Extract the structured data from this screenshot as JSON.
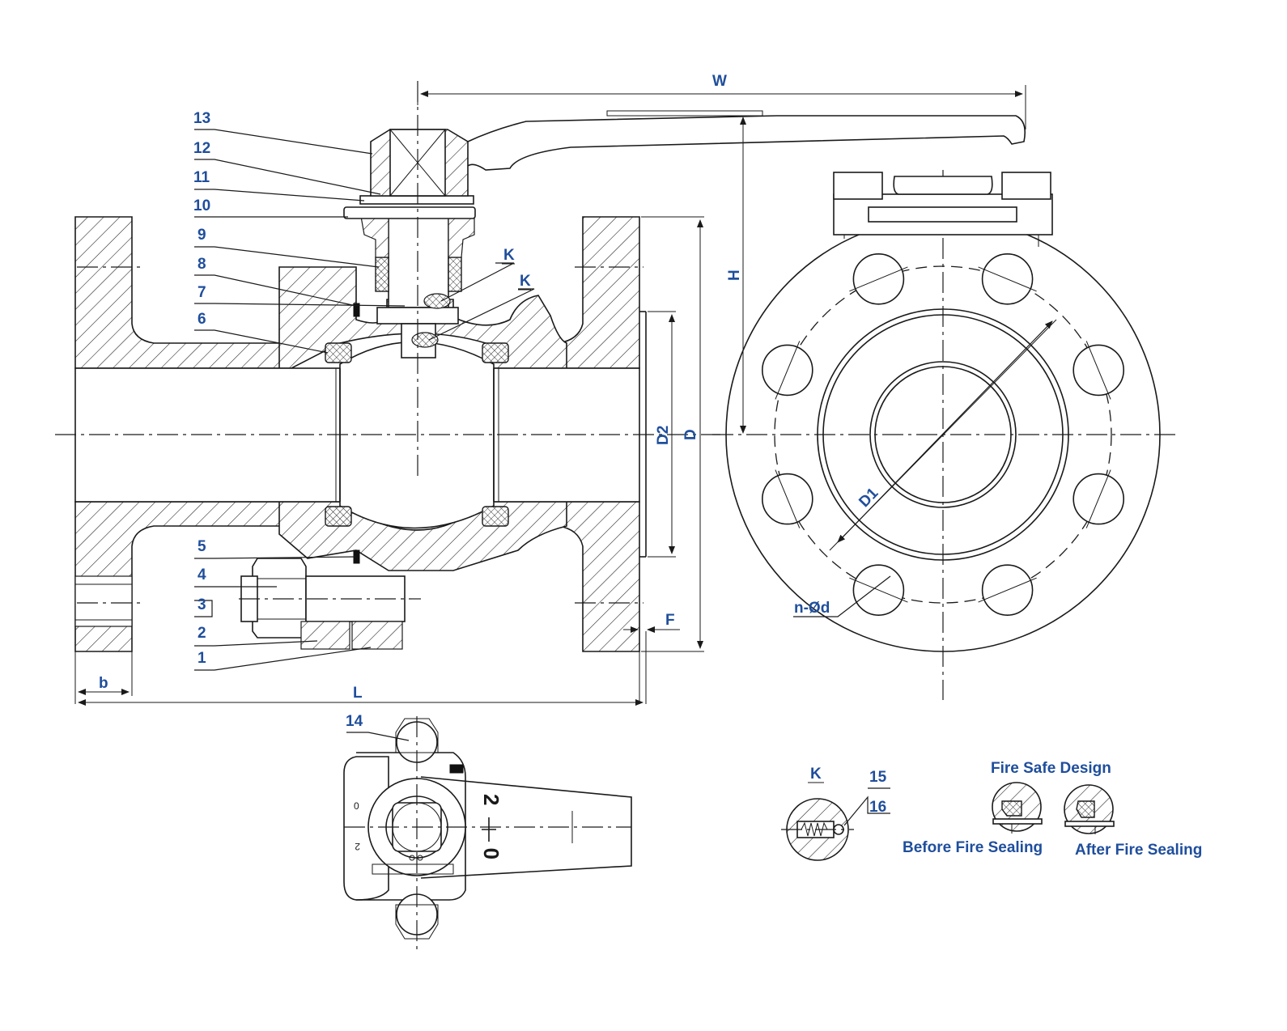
{
  "part_callouts": [
    "13",
    "12",
    "11",
    "10",
    "9",
    "8",
    "7",
    "6",
    "5",
    "4",
    "3",
    "2",
    "1",
    "14",
    "15",
    "16"
  ],
  "detail_markers": {
    "k1": "K",
    "k2": "K",
    "k_detail": "K"
  },
  "dimensions": {
    "W": "W",
    "H": "H",
    "D": "D",
    "D2": "D2",
    "D1": "D1",
    "F": "F",
    "b": "b",
    "L": "L",
    "bolt_holes": "n-Ød"
  },
  "fire_safe": {
    "title": "Fire Safe Design",
    "before": "Before Fire Sealing",
    "after": "After Fire Sealing"
  },
  "handle_positions": {
    "open": "0",
    "closed": "2"
  }
}
